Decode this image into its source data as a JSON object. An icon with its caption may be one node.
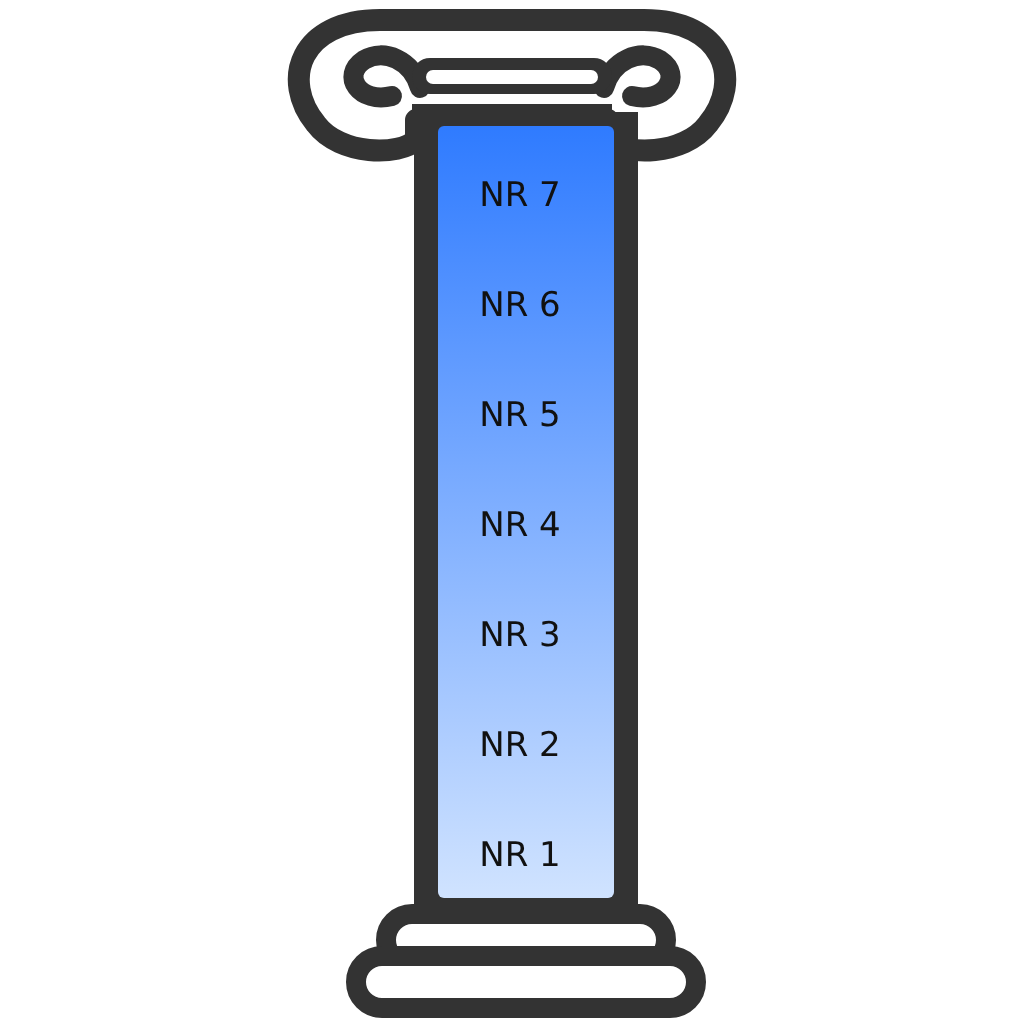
{
  "diagram": {
    "labels": [
      "NR 7",
      "NR 6",
      "NR 5",
      "NR 4",
      "NR 3",
      "NR 2",
      "NR 1"
    ]
  }
}
